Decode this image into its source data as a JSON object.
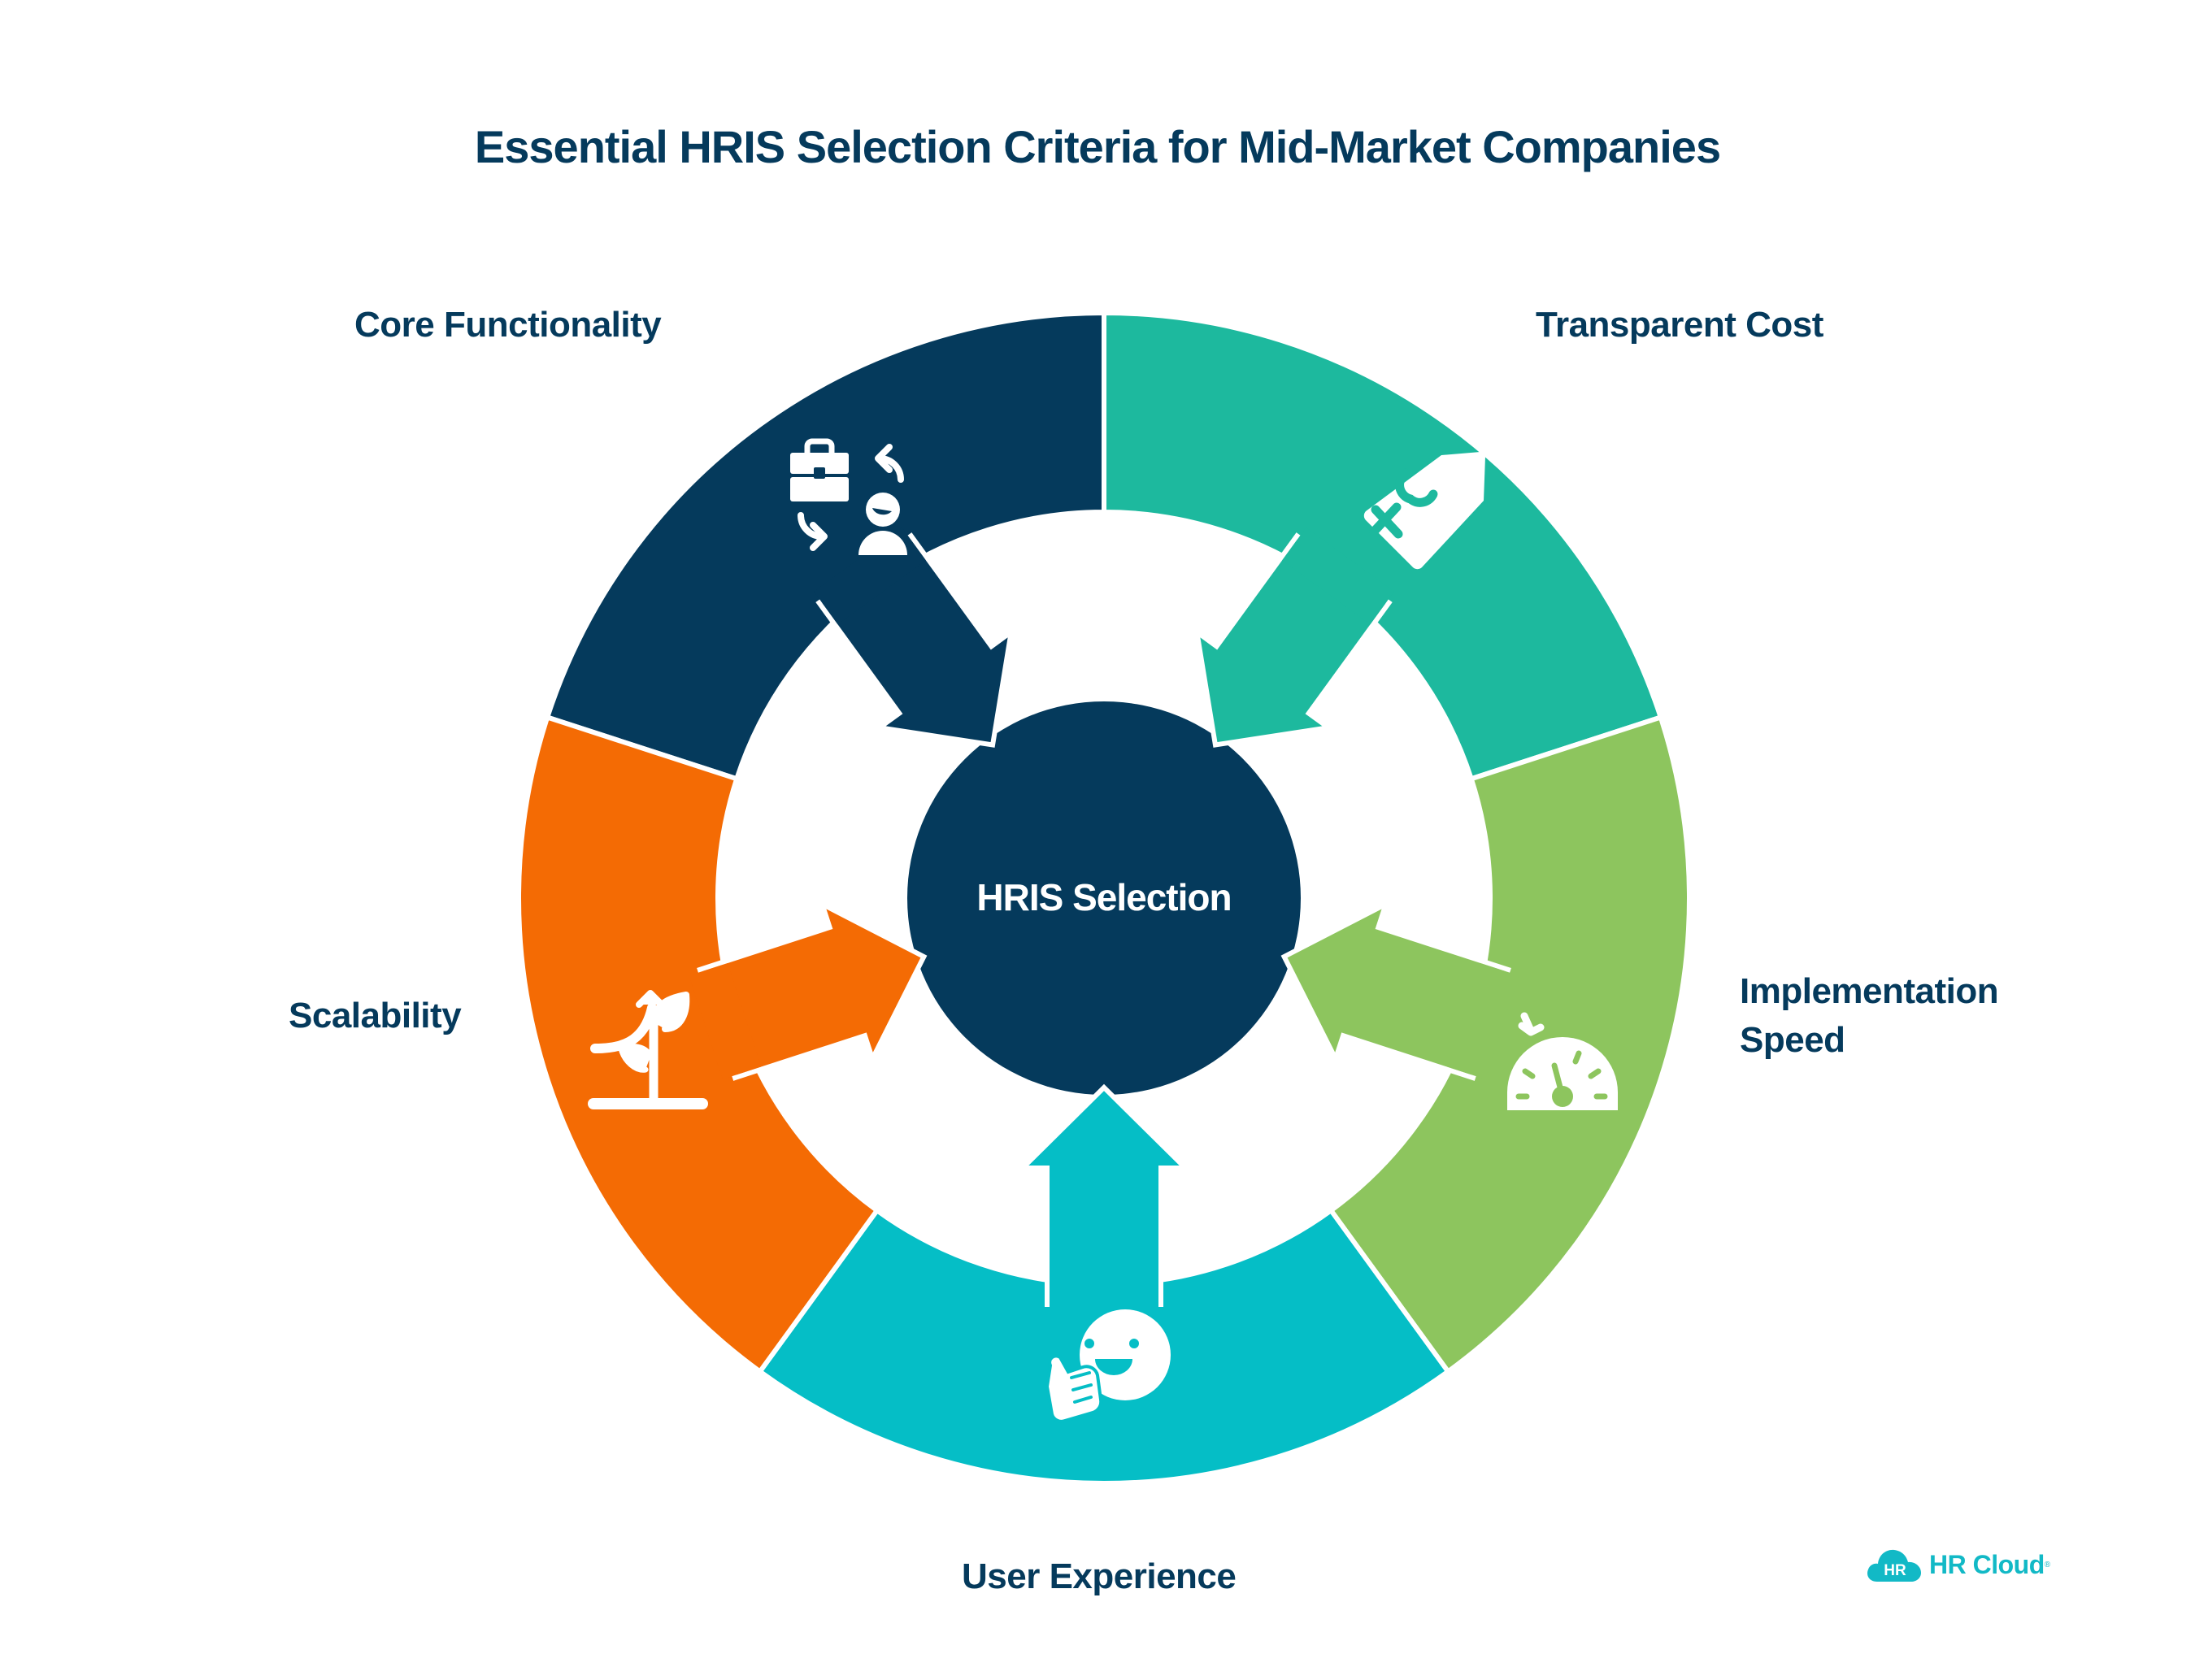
{
  "title": "Essential HRIS Selection Criteria for Mid-Market Companies",
  "center": {
    "label": "HRIS Selection",
    "color": "#053a5c"
  },
  "segments": [
    {
      "id": "core-functionality",
      "label": "Core Functionality",
      "color": "#053a5c",
      "icon": "briefcase-person-exchange-icon"
    },
    {
      "id": "transparent-cost",
      "label": "Transparent Cost",
      "color": "#1db99e",
      "icon": "price-tag-icon"
    },
    {
      "id": "implementation-speed",
      "label_line1": "Implementation",
      "label_line2": "Speed",
      "color": "#8dc55e",
      "icon": "speedometer-icon"
    },
    {
      "id": "user-experience",
      "label": "User Experience",
      "color": "#05bec6",
      "icon": "smiley-thumbs-up-icon"
    },
    {
      "id": "scalability",
      "label": "Scalability",
      "color": "#f46b04",
      "icon": "growth-plant-icon"
    }
  ],
  "logo": {
    "badge": "HR",
    "text": "HR Cloud",
    "mark": "®",
    "color": "#12b9c6"
  }
}
